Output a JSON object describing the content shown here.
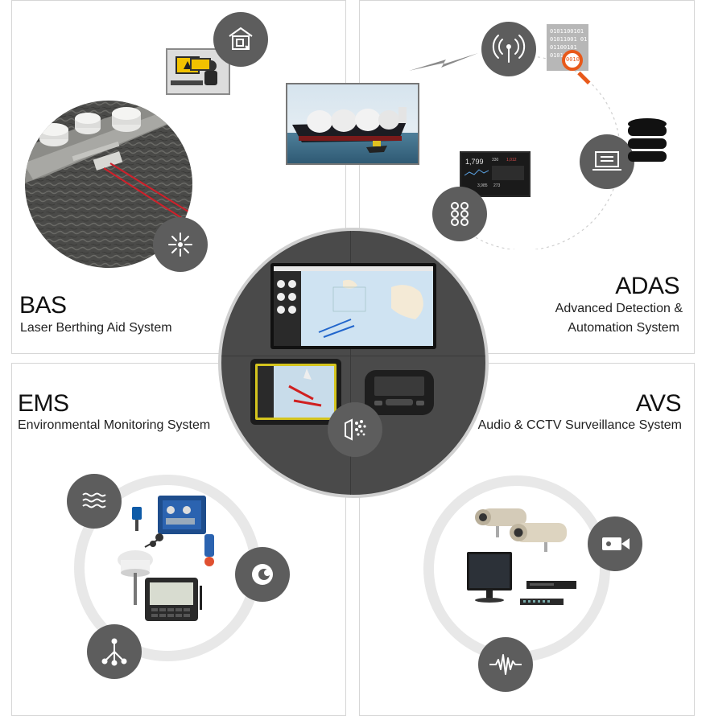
{
  "panels": {
    "bas": {
      "title": "BAS",
      "subtitle": "Laser Berthing Aid System"
    },
    "adas": {
      "title": "ADAS",
      "subtitle_line1": "Advanced Detection &",
      "subtitle_line2": "Automation System"
    },
    "ems": {
      "title": "EMS",
      "subtitle": "Environmental Monitoring System"
    },
    "avs": {
      "title": "AVS",
      "subtitle": "Audio & CCTV Surveillance System"
    }
  },
  "binary_doc": {
    "lines": [
      "0101100101",
      "01011001 01",
      "01100101",
      "01011001"
    ],
    "lens_text": "0010"
  },
  "dashboard": {
    "values": [
      "1,799",
      "330",
      "1,012",
      "3,985",
      "273"
    ]
  },
  "colors": {
    "icon_bg": "#5d5d5d",
    "center_bg": "#4a4a4a",
    "ring": "#e8e8e8",
    "laser": "#d0202a",
    "search_lens": "#e8591a"
  },
  "icons": [
    "house-remote-icon",
    "antenna-icon",
    "laptop-list-icon",
    "database-icon",
    "network-nodes-icon",
    "laser-burst-icon",
    "waves-icon",
    "spiral-icon",
    "tree-nodes-icon",
    "camera-icon",
    "audio-wave-icon",
    "speaker-burst-icon"
  ]
}
